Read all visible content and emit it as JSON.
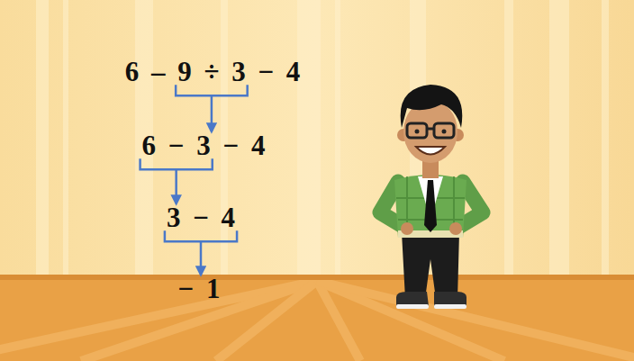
{
  "diagram": {
    "labels": [
      "6 – 9 ÷ 3 − 4",
      "6 − 3 − 4",
      "3 − 4",
      "− 1"
    ]
  }
}
